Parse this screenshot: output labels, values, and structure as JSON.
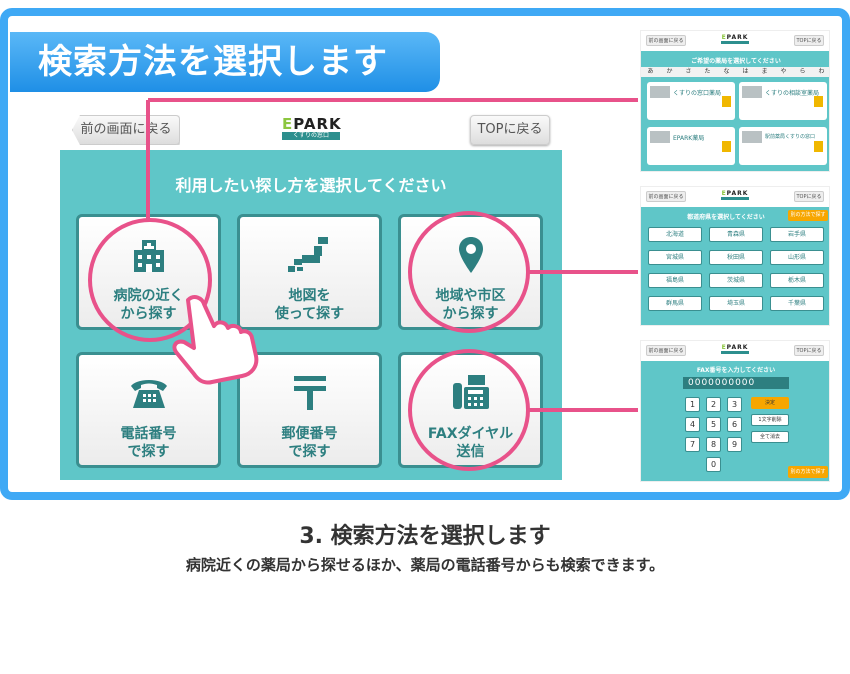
{
  "banner_title": "検索方法を選択します",
  "main_screen": {
    "back_button": "前の画面に戻る",
    "top_button": "TOPに戻る",
    "logo": {
      "brand": "EPARK",
      "sub": "くすりの窓口"
    },
    "prompt": "利用したい探し方を選択してください",
    "options": [
      {
        "line1": "病院の近く",
        "line2": "から探す",
        "icon": "hospital-icon"
      },
      {
        "line1": "地図を",
        "line2": "使って探す",
        "icon": "japan-map-icon"
      },
      {
        "line1": "地域や市区",
        "line2": "から探す",
        "icon": "location-pin-icon"
      },
      {
        "line1": "電話番号",
        "line2": "で探す",
        "icon": "telephone-icon"
      },
      {
        "line1": "郵便番号",
        "line2": "で探す",
        "icon": "postal-mark-icon"
      },
      {
        "line1": "FAXダイヤル",
        "line2": "送信",
        "icon": "fax-icon"
      }
    ]
  },
  "thumb_pharmacy": {
    "back": "前の画面に戻る",
    "top": "TOPに戻る",
    "prompt": "ご希望の薬局を選択してください",
    "kana": [
      "あ",
      "か",
      "さ",
      "た",
      "な",
      "は",
      "ま",
      "や",
      "ら",
      "わ"
    ],
    "shops": [
      "くすりの窓口薬局",
      "くすりの相談室薬局",
      "EPARK薬局",
      "駅前薬局くすりの窓口"
    ]
  },
  "thumb_prefecture": {
    "back": "前の画面に戻る",
    "top": "TOPに戻る",
    "prompt": "都道府県を選択してください",
    "redo": "別の方法で探す",
    "prefectures": [
      "北海道",
      "青森県",
      "岩手県",
      "宮城県",
      "秋田県",
      "山形県",
      "福島県",
      "茨城県",
      "栃木県",
      "群馬県",
      "埼玉県",
      "千葉県"
    ]
  },
  "thumb_fax": {
    "back": "前の画面に戻る",
    "top": "TOPに戻る",
    "prompt": "FAX番号を入力してください",
    "value": "0000000000",
    "keys": [
      "1",
      "2",
      "3",
      "4",
      "5",
      "6",
      "7",
      "8",
      "9",
      "0"
    ],
    "confirm": "決定",
    "delete_one": "1文字削除",
    "clear_all": "全て消去",
    "redo": "別の方法で探す"
  },
  "caption": {
    "title": "3. 検索方法を選択します",
    "description": "病院近くの薬局から探せるほか、薬局の電話番号からも検索できます。"
  },
  "colors": {
    "frame": "#3fa9f5",
    "teal": "#5fc6c8",
    "pink": "#e8528a",
    "orange": "#f7a600"
  }
}
